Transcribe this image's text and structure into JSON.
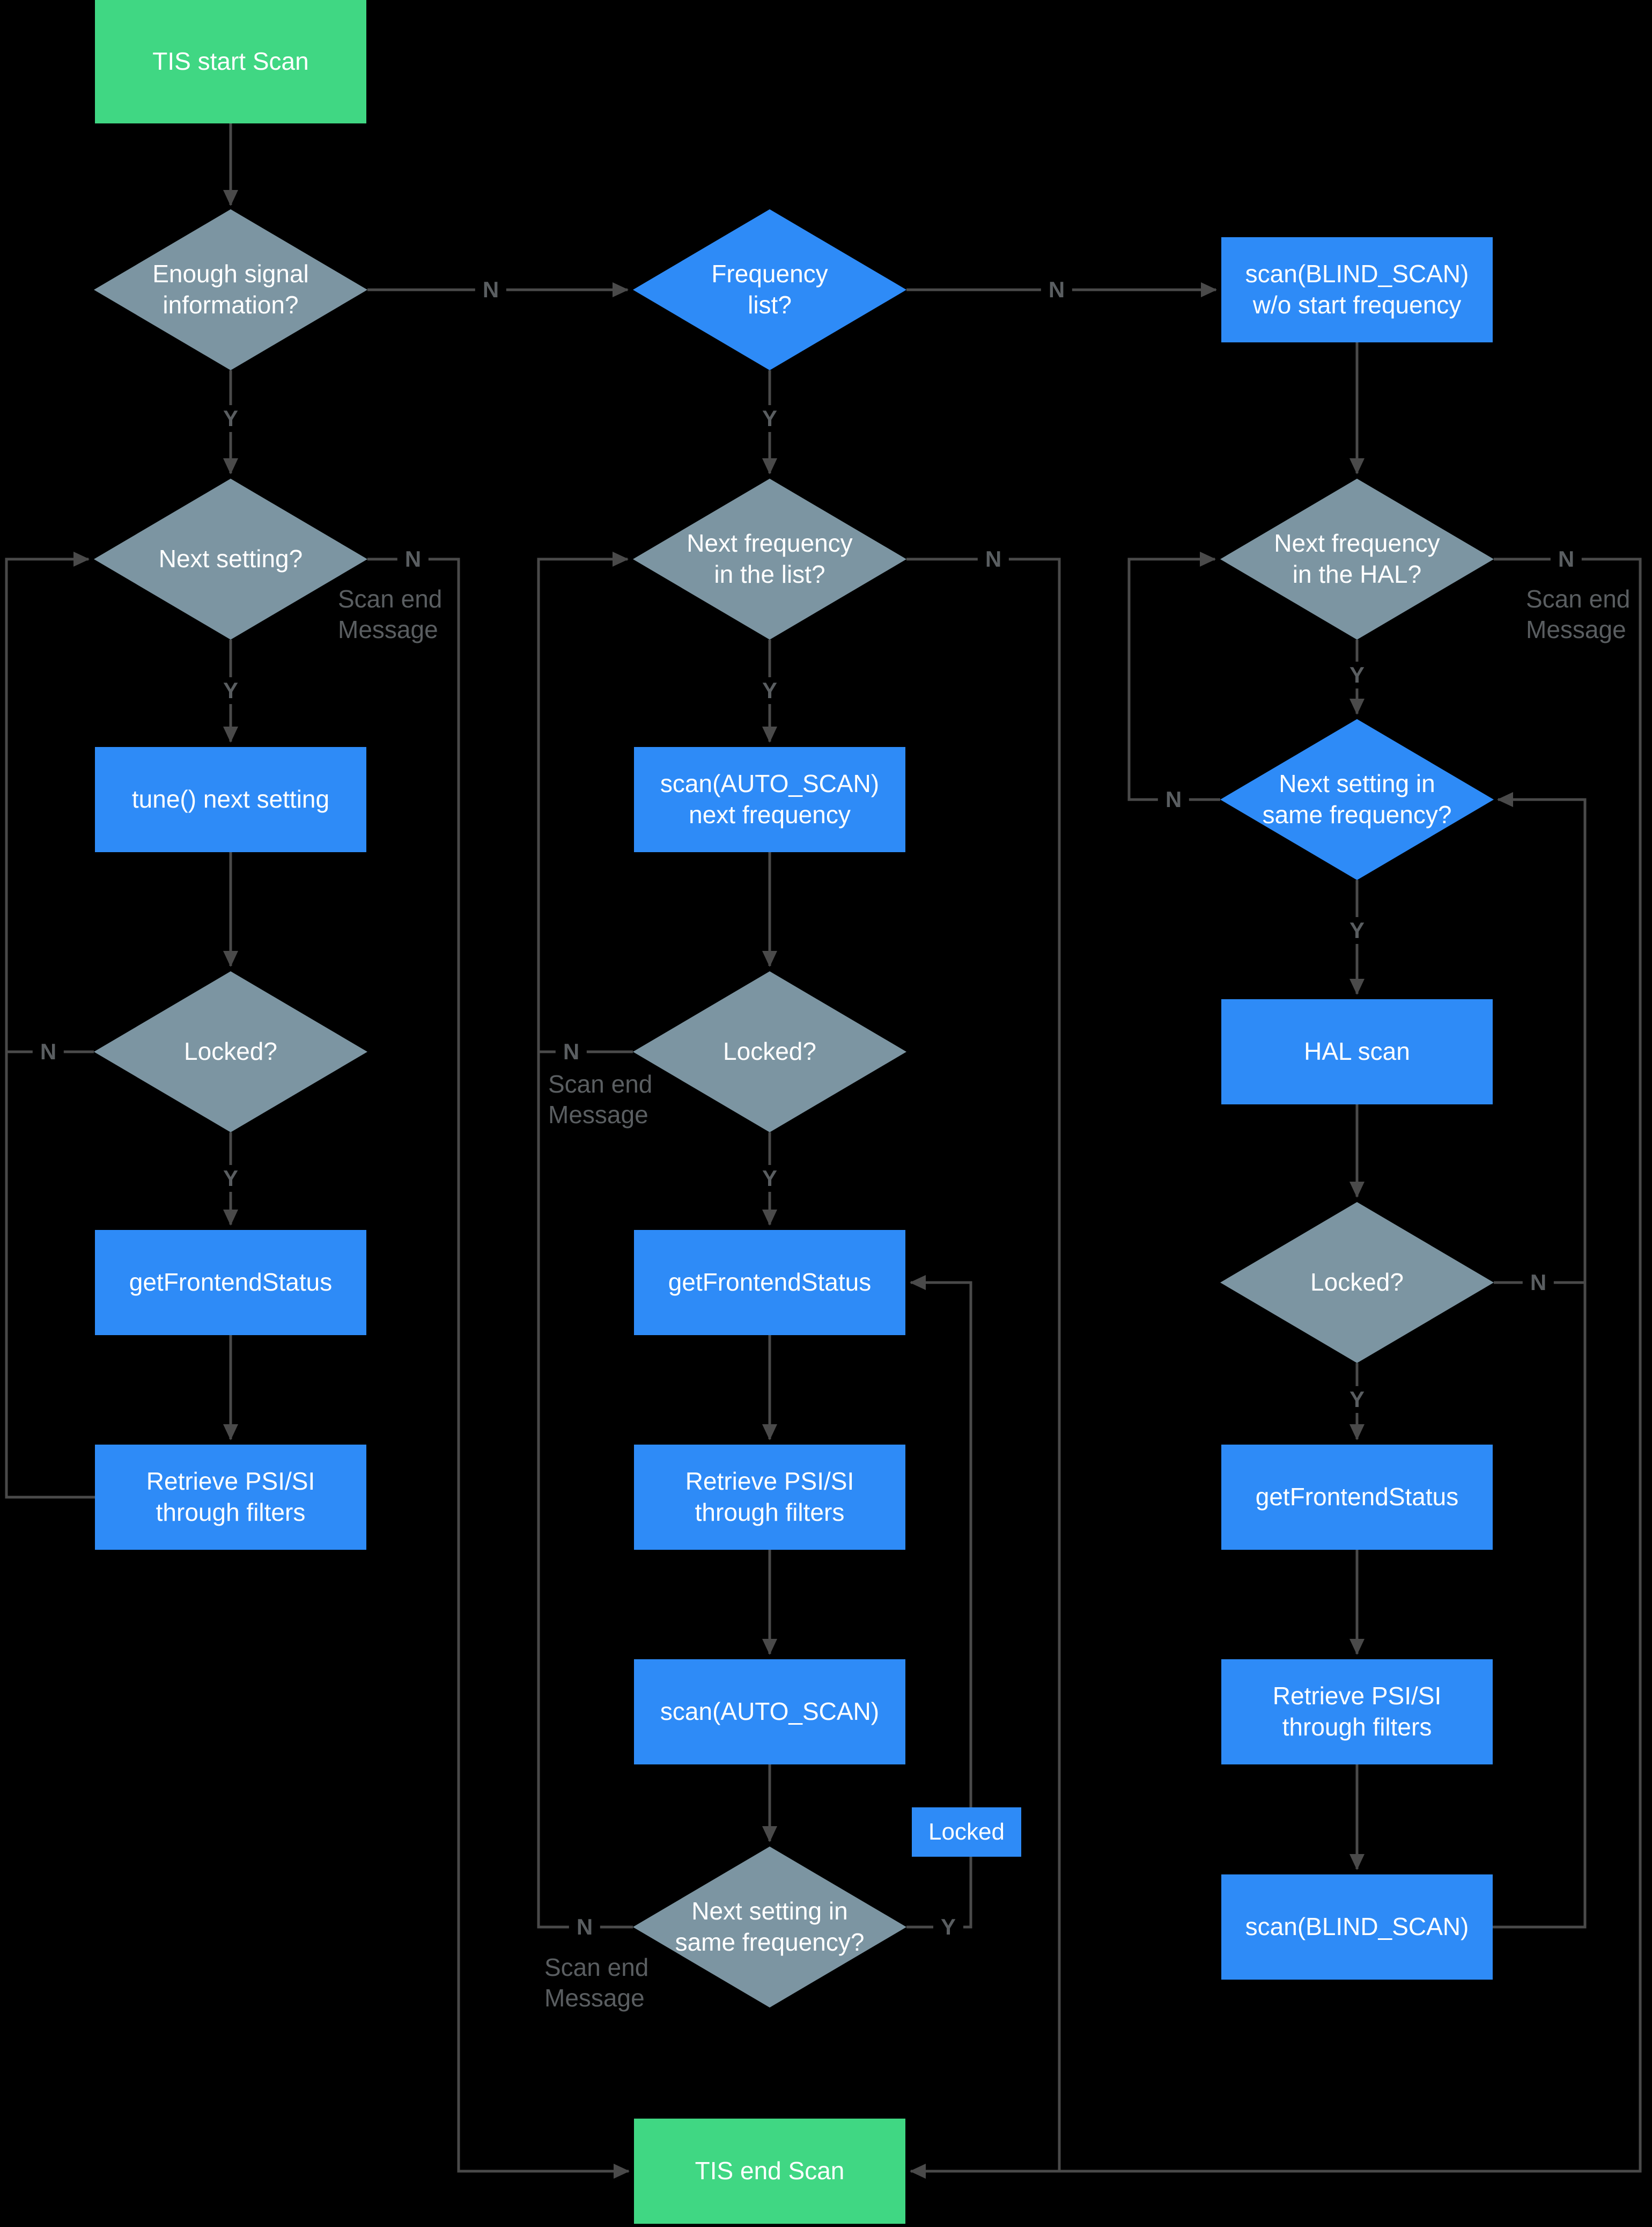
{
  "colors": {
    "background": "#000000",
    "terminal_green": "#40d783",
    "process_blue": "#2e8bf7",
    "decision_slate": "#7c95a2",
    "connector_line": "#4a4a4a",
    "edge_label_gray": "#5a5e61",
    "node_text": "#ffffff"
  },
  "nodes": {
    "tis_start": "TIS start Scan",
    "enough_signal": "Enough signal\ninformation?",
    "frequency_list": "Frequency\nlist?",
    "scan_blind_wo_start": "scan(BLIND_SCAN)\nw/o start frequency",
    "next_setting": "Next setting?",
    "next_frequency_in_list": "Next frequency\nin the list?",
    "next_frequency_in_hal": "Next frequency\nin the HAL?",
    "tune_next_setting": "tune() next setting",
    "scan_auto_next_frequency": "scan(AUTO_SCAN)\nnext frequency",
    "next_setting_same_frequency_hal": "Next setting in\nsame frequency?",
    "locked_q": "Locked?",
    "hal_scan": "HAL scan",
    "get_frontend_status": "getFrontendStatus",
    "retrieve_psi_si": "Retrieve PSI/SI\nthrough filters",
    "scan_auto": "scan(AUTO_SCAN)",
    "next_setting_same_frequency": "Next setting in\nsame frequency?",
    "scan_blind": "scan(BLIND_SCAN)",
    "tis_end": "TIS end Scan"
  },
  "edge_labels": {
    "yes": "Y",
    "no": "N",
    "scan_end_message": "Scan end\nMessage",
    "locked_badge": "Locked"
  }
}
